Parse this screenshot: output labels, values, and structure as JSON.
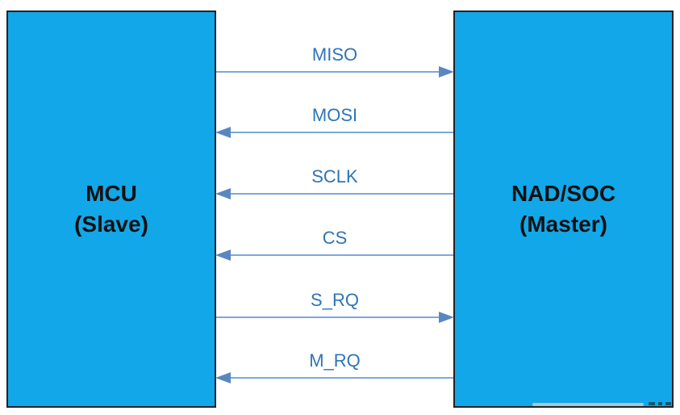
{
  "diagram": {
    "left_box": {
      "line1": "MCU",
      "line2": "(Slave)"
    },
    "right_box": {
      "line1": "NAD/SOC",
      "line2": "(Master)"
    },
    "signals": [
      {
        "label": "MISO",
        "direction": "right"
      },
      {
        "label": "MOSI",
        "direction": "left"
      },
      {
        "label": "SCLK",
        "direction": "left"
      },
      {
        "label": "CS",
        "direction": "left"
      },
      {
        "label": "S_RQ",
        "direction": "right"
      },
      {
        "label": "M_RQ",
        "direction": "left"
      }
    ],
    "colors": {
      "box_fill": "#12A7E8",
      "box_border": "#222222",
      "box_text": "#111111",
      "label_text": "#2E75B6",
      "line": "#7CA8DC",
      "arrowhead": "#5B87C0",
      "background": "#FFFFFF"
    }
  }
}
